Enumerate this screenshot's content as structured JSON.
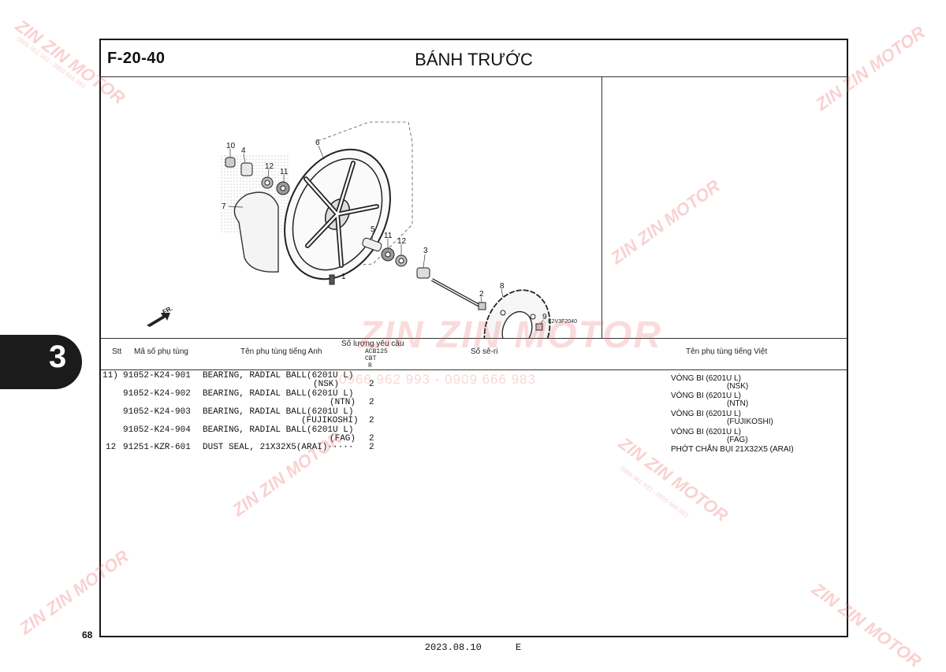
{
  "header": {
    "code": "F-20-40",
    "title": "BÁNH TRƯỚC"
  },
  "diagram": {
    "callouts": [
      "10",
      "4",
      "6",
      "12",
      "11",
      "7",
      "5",
      "11",
      "12",
      "3",
      "1",
      "2",
      "8",
      "9"
    ],
    "ref_code": "K2V3F2040",
    "direction": "FR."
  },
  "table": {
    "headers": {
      "stt": "Stt",
      "part_no": "Mã số phụ tùng",
      "name_en": "Tên phụ tùng tiếng Anh",
      "qty": "Số lượng yêu cầu",
      "model_1": "ACB125",
      "model_2": "CBT",
      "model_3": "R",
      "serial": "Số sê-ri",
      "name_vi": "Tên phụ tùng tiếng Việt"
    },
    "rows": [
      {
        "stt": "11)",
        "part_no": "91052-K24-901",
        "name_en": "BEARING, RADIAL BALL(6201U L)",
        "name_en_2": "(NSK)",
        "qty": "2",
        "name_vi": "VÒNG BI (6201U L)",
        "name_vi_2": "(NSK)"
      },
      {
        "stt": "",
        "part_no": "91052-K24-902",
        "name_en": "BEARING, RADIAL BALL(6201U L)",
        "name_en_2": "(NTN)",
        "qty": "2",
        "name_vi": "VÒNG BI (6201U L)",
        "name_vi_2": "(NTN)"
      },
      {
        "stt": "",
        "part_no": "91052-K24-903",
        "name_en": "BEARING, RADIAL BALL(6201U L)",
        "name_en_2": "(FUJIKOSHI)",
        "qty": "2",
        "name_vi": "VÒNG BI (6201U L)",
        "name_vi_2": "(FUJIKOSHI)"
      },
      {
        "stt": "",
        "part_no": "91052-K24-904",
        "name_en": "BEARING, RADIAL BALL(6201U L)",
        "name_en_2": "(FAG)",
        "qty": "2",
        "name_vi": "VÒNG BI (6201U L)",
        "name_vi_2": "(FAG)"
      },
      {
        "stt": "12",
        "part_no": "91251-KZR-601",
        "name_en": "DUST SEAL, 21X32X5(ARAI)·····",
        "name_en_2": "",
        "qty": "2",
        "name_vi": "PHỚT CHẮN BỤI 21X32X5 (ARAI)",
        "name_vi_2": ""
      }
    ]
  },
  "tab": {
    "section": "3"
  },
  "page_number": "68",
  "footer": {
    "date": "2023.08.10",
    "edition": "E"
  },
  "watermark": {
    "brand": "ZIN ZIN MOTOR",
    "phone": "0966 962 993 - 0909 666 983"
  },
  "colors": {
    "watermark": "#e85a5a",
    "ink": "#111111",
    "tab": "#1b1b1b"
  }
}
